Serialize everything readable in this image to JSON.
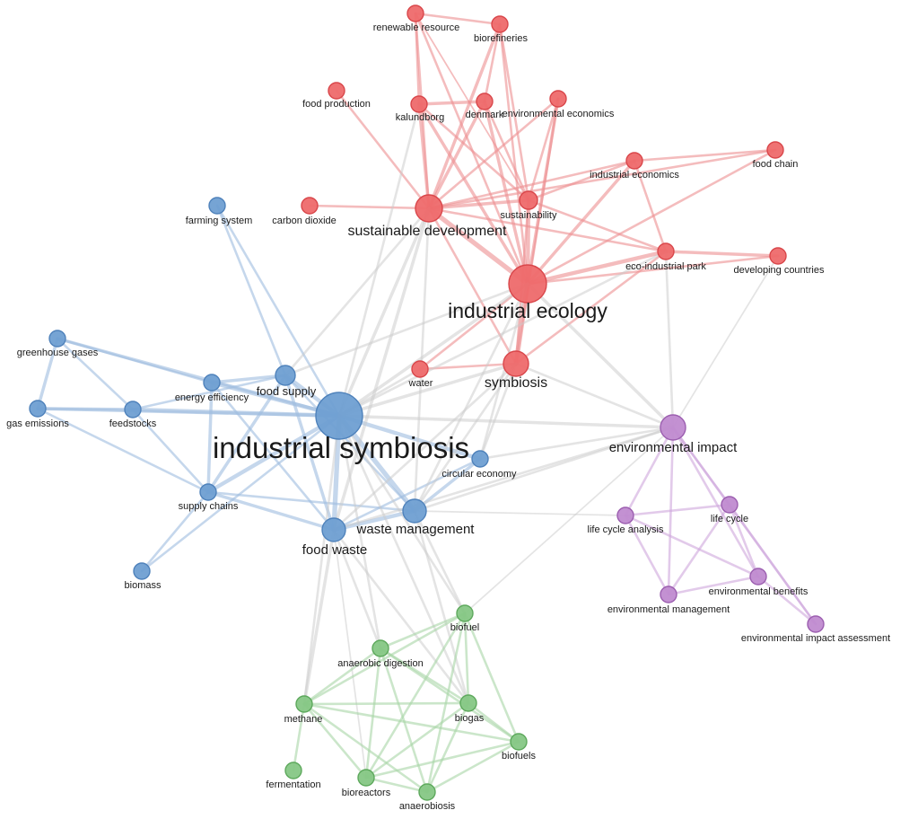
{
  "clusters": {
    "red": {
      "fill": "#ee6a6c",
      "stroke": "#d9474b",
      "edge": "#ec8f91"
    },
    "blue": {
      "fill": "#6f9fd2",
      "stroke": "#4f82bb",
      "edge": "#9fbde0"
    },
    "green": {
      "fill": "#86c785",
      "stroke": "#5ea95d",
      "edge": "#a9d6a7"
    },
    "purple": {
      "fill": "#c08bd0",
      "stroke": "#9c5fb0",
      "edge": "#cfa6dc"
    },
    "cross": {
      "edge": "#c9c9c9"
    }
  },
  "nodes": [
    {
      "id": "industrial_symbiosis",
      "label": "industrial symbiosis",
      "cluster": "blue"
    },
    {
      "id": "industrial_ecology",
      "label": "industrial ecology",
      "cluster": "red"
    },
    {
      "id": "sustainable_development",
      "label": "sustainable development",
      "cluster": "red"
    },
    {
      "id": "symbiosis",
      "label": "symbiosis",
      "cluster": "red"
    },
    {
      "id": "renewable_resource",
      "label": "renewable resource",
      "cluster": "red"
    },
    {
      "id": "biorefineries",
      "label": "biorefineries",
      "cluster": "red"
    },
    {
      "id": "food_production",
      "label": "food production",
      "cluster": "red"
    },
    {
      "id": "kalundborg",
      "label": "kalundborg",
      "cluster": "red"
    },
    {
      "id": "denmark",
      "label": "denmark",
      "cluster": "red"
    },
    {
      "id": "environmental_economics",
      "label": "environmental economics",
      "cluster": "red"
    },
    {
      "id": "industrial_economics",
      "label": "industrial economics",
      "cluster": "red"
    },
    {
      "id": "food_chain",
      "label": "food chain",
      "cluster": "red"
    },
    {
      "id": "carbon_dioxide",
      "label": "carbon dioxide",
      "cluster": "red"
    },
    {
      "id": "sustainability",
      "label": "sustainability",
      "cluster": "red"
    },
    {
      "id": "eco_industrial_park",
      "label": "eco-industrial park",
      "cluster": "red"
    },
    {
      "id": "developing_countries",
      "label": "developing countries",
      "cluster": "red"
    },
    {
      "id": "water",
      "label": "water",
      "cluster": "red"
    },
    {
      "id": "farming_system",
      "label": "farming system",
      "cluster": "blue"
    },
    {
      "id": "greenhouse_gases",
      "label": "greenhouse gases",
      "cluster": "blue"
    },
    {
      "id": "gas_emissions",
      "label": "gas emissions",
      "cluster": "blue"
    },
    {
      "id": "feedstocks",
      "label": "feedstocks",
      "cluster": "blue"
    },
    {
      "id": "energy_efficiency",
      "label": "energy efficiency",
      "cluster": "blue"
    },
    {
      "id": "food_supply",
      "label": "food supply",
      "cluster": "blue"
    },
    {
      "id": "circular_economy",
      "label": "circular economy",
      "cluster": "blue"
    },
    {
      "id": "supply_chains",
      "label": "supply chains",
      "cluster": "blue"
    },
    {
      "id": "waste_management",
      "label": "waste management",
      "cluster": "blue"
    },
    {
      "id": "food_waste",
      "label": "food waste",
      "cluster": "blue"
    },
    {
      "id": "biomass",
      "label": "biomass",
      "cluster": "blue"
    },
    {
      "id": "environmental_impact",
      "label": "environmental impact",
      "cluster": "purple"
    },
    {
      "id": "life_cycle_analysis",
      "label": "life cycle analysis",
      "cluster": "purple"
    },
    {
      "id": "life_cycle",
      "label": "life cycle",
      "cluster": "purple"
    },
    {
      "id": "environmental_benefits",
      "label": "environmental benefits",
      "cluster": "purple"
    },
    {
      "id": "environmental_management",
      "label": "environmental management",
      "cluster": "purple"
    },
    {
      "id": "environmental_impact_assessment",
      "label": "environmental impact assessment",
      "cluster": "purple"
    },
    {
      "id": "biofuel",
      "label": "biofuel",
      "cluster": "green"
    },
    {
      "id": "anaerobic_digestion",
      "label": "anaerobic digestion",
      "cluster": "green"
    },
    {
      "id": "methane",
      "label": "methane",
      "cluster": "green"
    },
    {
      "id": "biogas",
      "label": "biogas",
      "cluster": "green"
    },
    {
      "id": "biofuels",
      "label": "biofuels",
      "cluster": "green"
    },
    {
      "id": "fermentation",
      "label": "fermentation",
      "cluster": "green"
    },
    {
      "id": "bioreactors",
      "label": "bioreactors",
      "cluster": "green"
    },
    {
      "id": "anaerobiosis",
      "label": "anaerobiosis",
      "cluster": "green"
    }
  ],
  "edges": [
    [
      "industrial_ecology",
      "sustainable_development",
      5
    ],
    [
      "industrial_ecology",
      "symbiosis",
      5
    ],
    [
      "industrial_ecology",
      "sustainability",
      4
    ],
    [
      "industrial_ecology",
      "eco_industrial_park",
      4
    ],
    [
      "industrial_ecology",
      "developing_countries",
      2
    ],
    [
      "industrial_ecology",
      "industrial_economics",
      3
    ],
    [
      "industrial_ecology",
      "environmental_economics",
      3
    ],
    [
      "industrial_ecology",
      "kalundborg",
      3
    ],
    [
      "industrial_ecology",
      "denmark",
      3
    ],
    [
      "industrial_ecology",
      "biorefineries",
      2
    ],
    [
      "industrial_ecology",
      "renewable_resource",
      2
    ],
    [
      "industrial_ecology",
      "water",
      2
    ],
    [
      "industrial_ecology",
      "food_chain",
      2
    ],
    [
      "sustainable_development",
      "kalundborg",
      3
    ],
    [
      "sustainable_development",
      "denmark",
      3
    ],
    [
      "sustainable_development",
      "food_production",
      2
    ],
    [
      "sustainable_development",
      "renewable_resource",
      2
    ],
    [
      "sustainable_development",
      "biorefineries",
      3
    ],
    [
      "sustainable_development",
      "environmental_economics",
      2
    ],
    [
      "sustainable_development",
      "industrial_economics",
      2
    ],
    [
      "sustainable_development",
      "sustainability",
      3
    ],
    [
      "sustainable_development",
      "carbon_dioxide",
      2
    ],
    [
      "sustainable_development",
      "eco_industrial_park",
      2
    ],
    [
      "sustainable_development",
      "symbiosis",
      2
    ],
    [
      "kalundborg",
      "denmark",
      3
    ],
    [
      "kalundborg",
      "sustainability",
      2
    ],
    [
      "kalundborg",
      "renewable_resource",
      2
    ],
    [
      "denmark",
      "sustainability",
      2
    ],
    [
      "denmark",
      "biorefineries",
      2
    ],
    [
      "renewable_resource",
      "biorefineries",
      2
    ],
    [
      "renewable_resource",
      "sustainability",
      1
    ],
    [
      "biorefineries",
      "sustainability",
      2
    ],
    [
      "environmental_economics",
      "sustainability",
      2
    ],
    [
      "environmental_economics",
      "symbiosis",
      2
    ],
    [
      "industrial_economics",
      "food_chain",
      2
    ],
    [
      "industrial_economics",
      "eco_industrial_park",
      2
    ],
    [
      "industrial_economics",
      "sustainability",
      2
    ],
    [
      "food_chain",
      "sustainable_development",
      2
    ],
    [
      "eco_industrial_park",
      "developing_countries",
      3
    ],
    [
      "eco_industrial_park",
      "symbiosis",
      2
    ],
    [
      "eco_industrial_park",
      "sustainability",
      2
    ],
    [
      "symbiosis",
      "water",
      2
    ],
    [
      "symbiosis",
      "sustainability",
      2
    ],
    [
      "industrial_symbiosis",
      "food_supply",
      4
    ],
    [
      "industrial_symbiosis",
      "energy_efficiency",
      4
    ],
    [
      "industrial_symbiosis",
      "feedstocks",
      4
    ],
    [
      "industrial_symbiosis",
      "greenhouse_gases",
      3
    ],
    [
      "industrial_symbiosis",
      "gas_emissions",
      3
    ],
    [
      "industrial_symbiosis",
      "supply_chains",
      4
    ],
    [
      "industrial_symbiosis",
      "food_waste",
      5
    ],
    [
      "industrial_symbiosis",
      "waste_management",
      5
    ],
    [
      "industrial_symbiosis",
      "circular_economy",
      4
    ],
    [
      "industrial_symbiosis",
      "farming_system",
      2
    ],
    [
      "industrial_symbiosis",
      "biomass",
      2
    ],
    [
      "farming_system",
      "food_supply",
      2
    ],
    [
      "greenhouse_gases",
      "gas_emissions",
      3
    ],
    [
      "greenhouse_gases",
      "feedstocks",
      2
    ],
    [
      "greenhouse_gases",
      "energy_efficiency",
      2
    ],
    [
      "gas_emissions",
      "feedstocks",
      3
    ],
    [
      "gas_emissions",
      "supply_chains",
      2
    ],
    [
      "feedstocks",
      "supply_chains",
      2
    ],
    [
      "feedstocks",
      "food_supply",
      2
    ],
    [
      "energy_efficiency",
      "food_supply",
      3
    ],
    [
      "energy_efficiency",
      "supply_chains",
      3
    ],
    [
      "energy_efficiency",
      "food_waste",
      2
    ],
    [
      "food_supply",
      "supply_chains",
      3
    ],
    [
      "food_supply",
      "food_waste",
      3
    ],
    [
      "food_supply",
      "waste_management",
      2
    ],
    [
      "supply_chains",
      "food_waste",
      3
    ],
    [
      "supply_chains",
      "biomass",
      2
    ],
    [
      "supply_chains",
      "waste_management",
      2
    ],
    [
      "food_waste",
      "waste_management",
      4
    ],
    [
      "food_waste",
      "circular_economy",
      2
    ],
    [
      "waste_management",
      "circular_economy",
      3
    ],
    [
      "industrial_symbiosis",
      "industrial_ecology",
      3
    ],
    [
      "industrial_symbiosis",
      "sustainable_development",
      3
    ],
    [
      "industrial_symbiosis",
      "symbiosis",
      3
    ],
    [
      "industrial_symbiosis",
      "environmental_impact",
      3
    ],
    [
      "industrial_symbiosis",
      "eco_industrial_park",
      2
    ],
    [
      "industrial_symbiosis",
      "kalundborg",
      2
    ],
    [
      "industrial_symbiosis",
      "water",
      2
    ],
    [
      "industrial_symbiosis",
      "methane",
      2
    ],
    [
      "industrial_symbiosis",
      "biogas",
      2
    ],
    [
      "industrial_symbiosis",
      "anaerobic_digestion",
      2
    ],
    [
      "industrial_symbiosis",
      "biofuel",
      2
    ],
    [
      "industrial_ecology",
      "environmental_impact",
      3
    ],
    [
      "industrial_ecology",
      "food_supply",
      2
    ],
    [
      "industrial_ecology",
      "waste_management",
      2
    ],
    [
      "industrial_ecology",
      "circular_economy",
      2
    ],
    [
      "symbiosis",
      "waste_management",
      2
    ],
    [
      "symbiosis",
      "circular_economy",
      2
    ],
    [
      "symbiosis",
      "food_waste",
      2
    ],
    [
      "symbiosis",
      "environmental_impact",
      2
    ],
    [
      "sustainable_development",
      "food_waste",
      3
    ],
    [
      "sustainable_development",
      "waste_management",
      2
    ],
    [
      "sustainable_development",
      "food_supply",
      2
    ],
    [
      "eco_industrial_park",
      "environmental_impact",
      2
    ],
    [
      "developing_countries",
      "environmental_impact",
      1
    ],
    [
      "food_waste",
      "methane",
      3
    ],
    [
      "food_waste",
      "anaerobic_digestion",
      2
    ],
    [
      "food_waste",
      "biogas",
      2
    ],
    [
      "food_waste",
      "bioreactors",
      1
    ],
    [
      "waste_management",
      "biofuel",
      2
    ],
    [
      "waste_management",
      "biogas",
      2
    ],
    [
      "waste_management",
      "environmental_impact",
      2
    ],
    [
      "waste_management",
      "life_cycle_analysis",
      1
    ],
    [
      "circular_economy",
      "environmental_impact",
      2
    ],
    [
      "environmental_impact",
      "food_waste",
      2
    ],
    [
      "environmental_impact",
      "biofuel",
      1
    ],
    [
      "environmental_impact",
      "life_cycle_analysis",
      2
    ],
    [
      "environmental_impact",
      "life_cycle",
      2
    ],
    [
      "environmental_impact",
      "environmental_benefits",
      2
    ],
    [
      "environmental_impact",
      "environmental_management",
      2
    ],
    [
      "environmental_impact",
      "environmental_impact_assessment",
      2
    ],
    [
      "life_cycle_analysis",
      "life_cycle",
      2
    ],
    [
      "life_cycle_analysis",
      "environmental_benefits",
      2
    ],
    [
      "life_cycle_analysis",
      "environmental_management",
      2
    ],
    [
      "life_cycle",
      "environmental_benefits",
      2
    ],
    [
      "life_cycle",
      "environmental_management",
      2
    ],
    [
      "life_cycle",
      "environmental_impact_assessment",
      2
    ],
    [
      "environmental_benefits",
      "environmental_management",
      2
    ],
    [
      "environmental_benefits",
      "environmental_impact_assessment",
      2
    ],
    [
      "biofuel",
      "anaerobic_digestion",
      2
    ],
    [
      "biofuel",
      "biogas",
      2
    ],
    [
      "biofuel",
      "biofuels",
      2
    ],
    [
      "biofuel",
      "methane",
      2
    ],
    [
      "biofuel",
      "bioreactors",
      2
    ],
    [
      "biofuel",
      "anaerobiosis",
      2
    ],
    [
      "anaerobic_digestion",
      "methane",
      2
    ],
    [
      "anaerobic_digestion",
      "biogas",
      2
    ],
    [
      "anaerobic_digestion",
      "biofuels",
      2
    ],
    [
      "anaerobic_digestion",
      "bioreactors",
      2
    ],
    [
      "anaerobic_digestion",
      "anaerobiosis",
      2
    ],
    [
      "methane",
      "biogas",
      2
    ],
    [
      "methane",
      "biofuels",
      2
    ],
    [
      "methane",
      "bioreactors",
      2
    ],
    [
      "methane",
      "anaerobiosis",
      2
    ],
    [
      "methane",
      "fermentation",
      2
    ],
    [
      "biogas",
      "biofuels",
      2
    ],
    [
      "biogas",
      "bioreactors",
      2
    ],
    [
      "biogas",
      "anaerobiosis",
      2
    ],
    [
      "biofuels",
      "bioreactors",
      2
    ],
    [
      "biofuels",
      "anaerobiosis",
      2
    ],
    [
      "bioreactors",
      "anaerobiosis",
      2
    ]
  ]
}
